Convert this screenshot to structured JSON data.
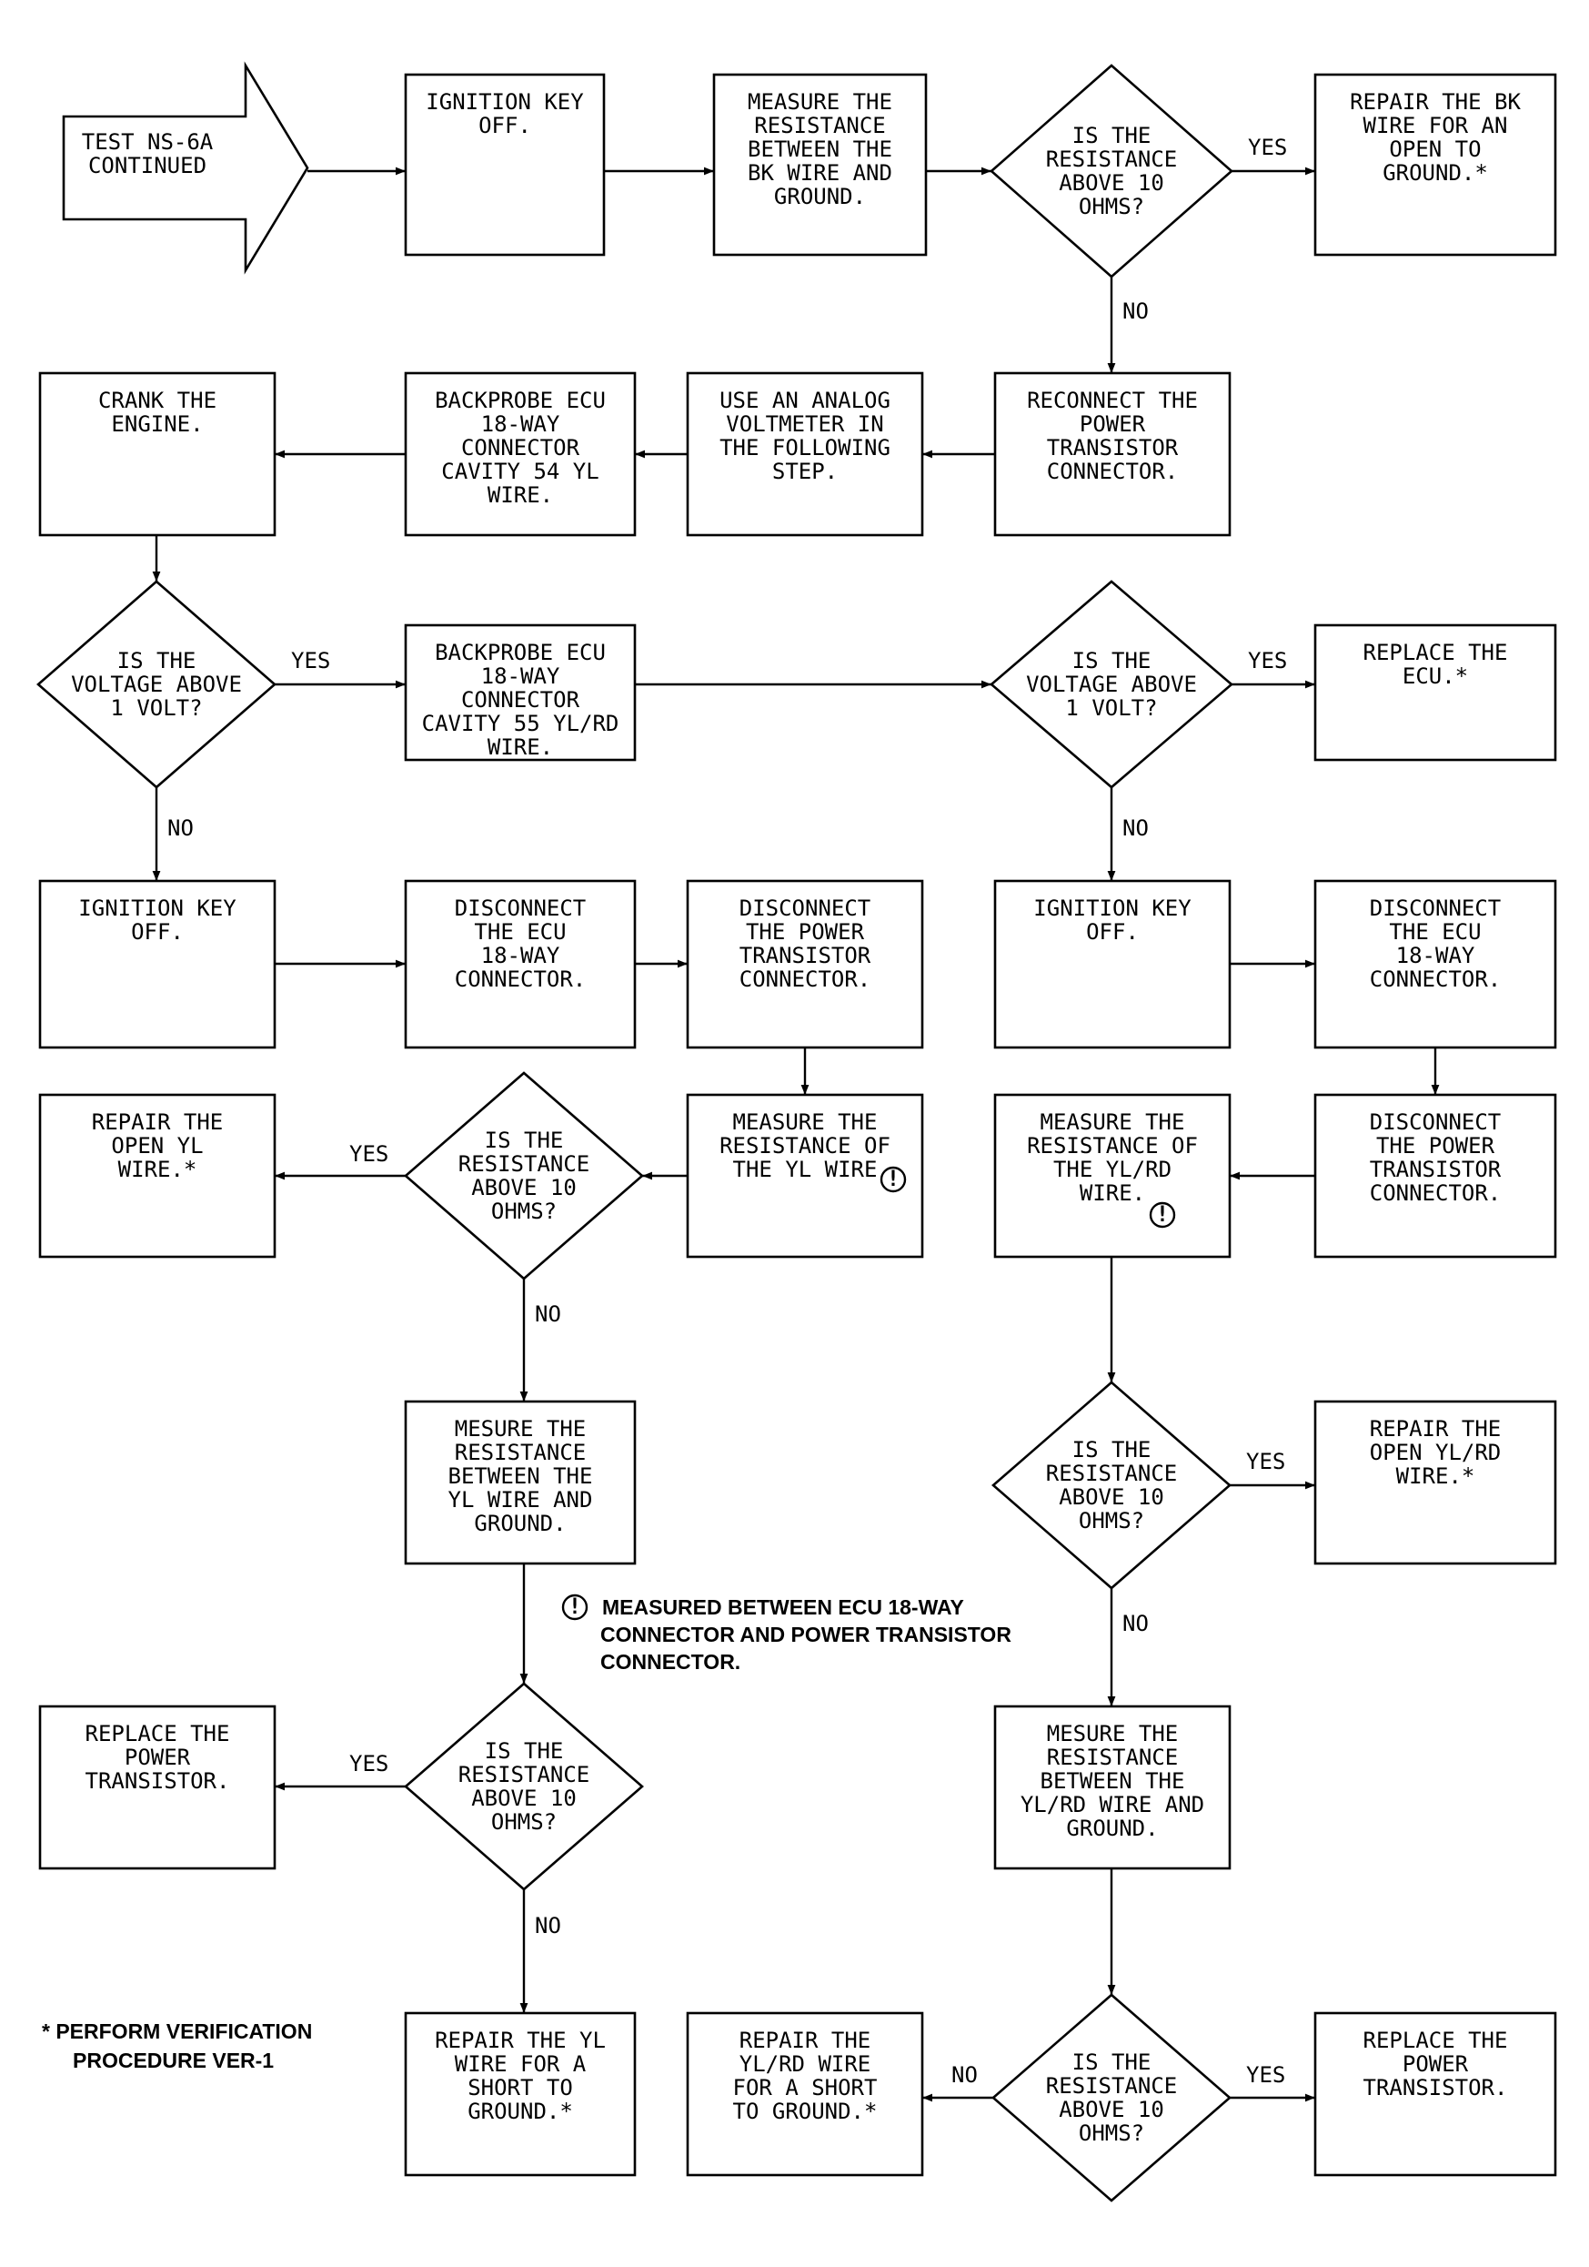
{
  "nodes": {
    "start": [
      "TEST NS-6A",
      "CONTINUED"
    ],
    "ign_off_1": [
      "IGNITION KEY",
      "OFF."
    ],
    "measure_bk": [
      "MEASURE THE",
      "RESISTANCE",
      "BETWEEN THE",
      "BK WIRE AND",
      "GROUND."
    ],
    "dec_res_bk": [
      "IS THE",
      "RESISTANCE",
      "ABOVE 10",
      "OHMS?"
    ],
    "repair_bk": [
      "REPAIR THE BK",
      "WIRE FOR AN",
      "OPEN TO",
      "GROUND.*"
    ],
    "reconnect": [
      "RECONNECT THE",
      "POWER",
      "TRANSISTOR",
      "CONNECTOR."
    ],
    "use_analog": [
      "USE AN ANALOG",
      "VOLTMETER IN",
      "THE FOLLOWING",
      "STEP."
    ],
    "backprobe_54": [
      "BACKPROBE ECU",
      "18-WAY",
      "CONNECTOR",
      "CAVITY 54 YL",
      "WIRE."
    ],
    "crank": [
      "CRANK THE",
      "ENGINE."
    ],
    "dec_volt_1": [
      "IS THE",
      "VOLTAGE ABOVE",
      "1 VOLT?"
    ],
    "backprobe_55": [
      "BACKPROBE ECU",
      "18-WAY",
      "CONNECTOR",
      "CAVITY 55 YL/RD",
      "WIRE."
    ],
    "dec_volt_2": [
      "IS THE",
      "VOLTAGE ABOVE",
      "1 VOLT?"
    ],
    "replace_ecu": [
      "REPLACE THE",
      "ECU.*"
    ],
    "ign_off_2": [
      "IGNITION KEY",
      "OFF."
    ],
    "disc_ecu_1": [
      "DISCONNECT",
      "THE ECU",
      "18-WAY",
      "CONNECTOR."
    ],
    "disc_pt_1": [
      "DISCONNECT",
      "THE POWER",
      "TRANSISTOR",
      "CONNECTOR."
    ],
    "ign_off_3": [
      "IGNITION KEY",
      "OFF."
    ],
    "disc_ecu_2": [
      "DISCONNECT",
      "THE ECU",
      "18-WAY",
      "CONNECTOR."
    ],
    "repair_open_yl": [
      "REPAIR THE",
      "OPEN YL",
      "WIRE.*"
    ],
    "dec_res_yl": [
      "IS THE",
      "RESISTANCE",
      "ABOVE 10",
      "OHMS?"
    ],
    "measure_yl": [
      "MEASURE THE",
      "RESISTANCE OF",
      "THE YL WIRE"
    ],
    "measure_ylrd": [
      "MEASURE THE",
      "RESISTANCE OF",
      "THE YL/RD",
      "WIRE."
    ],
    "disc_pt_2": [
      "DISCONNECT",
      "THE POWER",
      "TRANSISTOR",
      "CONNECTOR."
    ],
    "mesure_yl_gnd": [
      "MESURE THE",
      "RESISTANCE",
      "BETWEEN THE",
      "YL WIRE AND",
      "GROUND."
    ],
    "dec_res_ylrd": [
      "IS THE",
      "RESISTANCE",
      "ABOVE 10",
      "OHMS?"
    ],
    "repair_open_ylrd": [
      "REPAIR THE",
      "OPEN YL/RD",
      "WIRE.*"
    ],
    "mesure_ylrd_gnd": [
      "MESURE THE",
      "RESISTANCE",
      "BETWEEN THE",
      "YL/RD WIRE AND",
      "GROUND."
    ],
    "replace_pt_1": [
      "REPLACE THE",
      "POWER",
      "TRANSISTOR."
    ],
    "dec_res_yl_gnd": [
      "IS THE",
      "RESISTANCE",
      "ABOVE 10",
      "OHMS?"
    ],
    "repair_short_yl": [
      "REPAIR THE YL",
      "WIRE FOR A",
      "SHORT TO",
      "GROUND.*"
    ],
    "repair_short_ylrd": [
      "REPAIR THE",
      "YL/RD WIRE",
      "FOR A SHORT",
      "TO GROUND.*"
    ],
    "dec_res_ylrd_gnd": [
      "IS THE",
      "RESISTANCE",
      "ABOVE 10",
      "OHMS?"
    ],
    "replace_pt_2": [
      "REPLACE THE",
      "POWER",
      "TRANSISTOR."
    ]
  },
  "edge_labels": {
    "yes": "YES",
    "no": "NO"
  },
  "footnote_marker": "!",
  "notes": {
    "measured_between": [
      "MEASURED BETWEEN ECU 18-WAY",
      "CONNECTOR  AND POWER TRANSISTOR",
      "CONNECTOR."
    ],
    "perform_verification": [
      "* PERFORM VERIFICATION",
      "PROCEDURE VER-1"
    ]
  }
}
